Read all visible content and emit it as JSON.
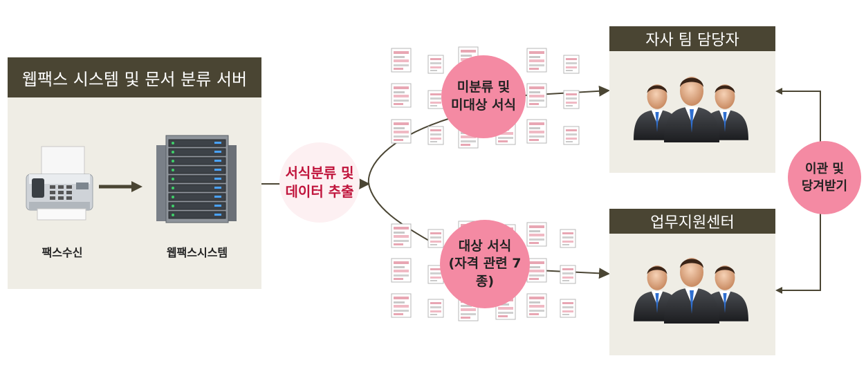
{
  "left_panel": {
    "title": "웹팩스 시스템 및 문서 분류 서버",
    "fax_label": "팩스수신",
    "server_label": "웹팩스시스템"
  },
  "center_bubble": {
    "line1": "서식분류 및",
    "line2": "데이터 추출"
  },
  "top_docs_bubble": {
    "line1": "미분류 및",
    "line2": "미대상 서식"
  },
  "bottom_docs_bubble": {
    "line1": "대상 서식",
    "line2": "(자격 관련 7종)"
  },
  "top_team": {
    "title": "자사 팀 담당자",
    "icon": "business-people-icon"
  },
  "bottom_team": {
    "title": "업무지원센터",
    "icon": "business-people-icon"
  },
  "side_bubble": {
    "line1": "이관 및",
    "line2": "당겨받기"
  },
  "colors": {
    "header": "#4a4533",
    "panel": "#efede5",
    "bubble": "#f48aa3",
    "accent_text": "#c0143c"
  }
}
